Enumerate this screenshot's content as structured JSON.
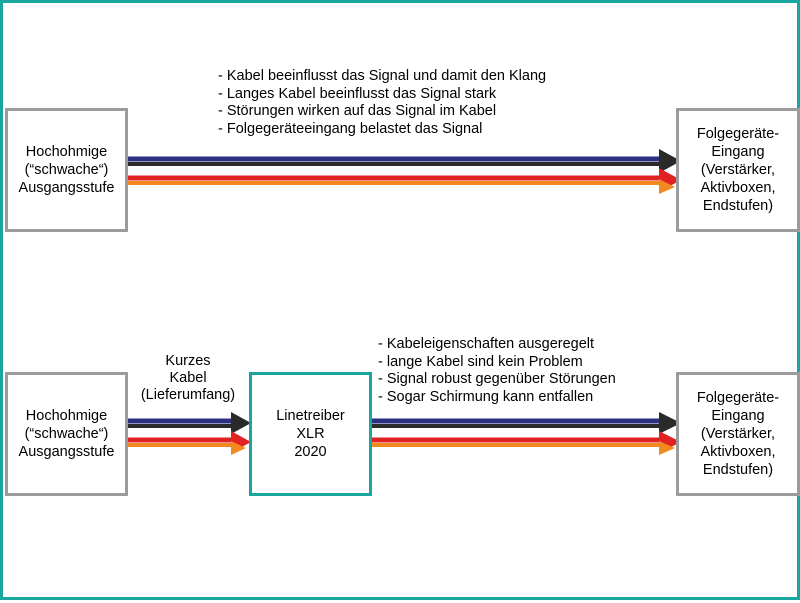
{
  "colors": {
    "frame": "#1aa6a0",
    "box_border": "#9c9c9c",
    "line_treiber_border": "#1aa6a0",
    "cable_top_1": "#2b2f80",
    "cable_top_2": "#2a2a2a",
    "cable_bottom_1": "#e02222",
    "cable_bottom_2": "#f08a20"
  },
  "top": {
    "source": {
      "lines": [
        "Hochohmige",
        "(“schwache“)",
        "Ausgangsstufe"
      ]
    },
    "target": {
      "lines": [
        "Folgegeräte-",
        "Eingang",
        "(Verstärker,",
        "Aktivboxen,",
        "Endstufen)"
      ]
    },
    "notes": [
      "- Kabel beeinflusst das Signal und damit den Klang",
      "- Langes Kabel beeinflusst das Signal stark",
      "- Störungen wirken auf das Signal im Kabel",
      "- Folgegeräteeingang belastet das Signal"
    ]
  },
  "bottom": {
    "source": {
      "lines": [
        "Hochohmige",
        "(“schwache“)",
        "Ausgangsstufe"
      ]
    },
    "short_cable": {
      "lines": [
        "Kurzes",
        "Kabel",
        "(Lieferumfang)"
      ]
    },
    "linetreiber": {
      "lines": [
        "Linetreiber",
        "XLR",
        "2020"
      ]
    },
    "target": {
      "lines": [
        "Folgegeräte-",
        "Eingang",
        "(Verstärker,",
        "Aktivboxen,",
        "Endstufen)"
      ]
    },
    "notes": [
      "- Kabeleigenschaften ausgeregelt",
      "- lange Kabel sind kein Problem",
      "- Signal robust gegenüber Störungen",
      "- Sogar Schirmung kann entfallen"
    ]
  }
}
